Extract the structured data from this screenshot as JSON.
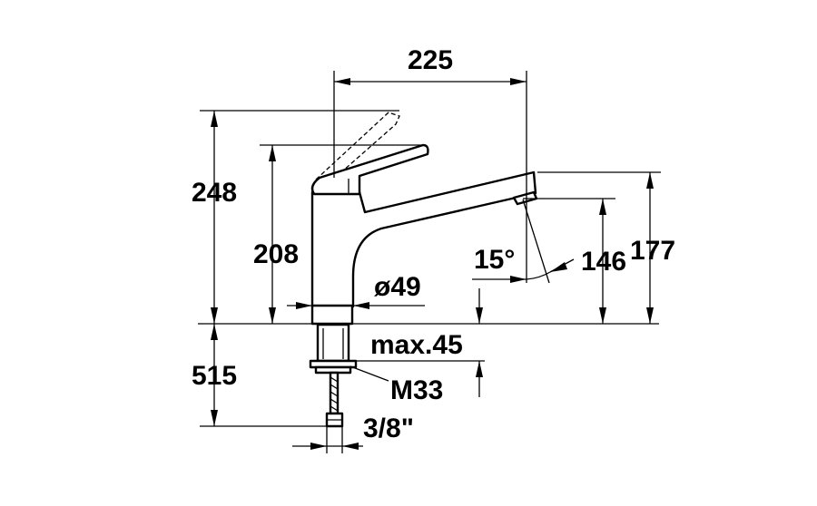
{
  "dimensions": {
    "spout_reach": "225",
    "height_lever_open": "248",
    "height_lever_closed": "208",
    "body_diameter": "ø49",
    "spout_angle": "15°",
    "outlet_height": "146",
    "spout_top_height": "177",
    "max_counter_thickness": "max.45",
    "thread": "M33",
    "hose_length": "515",
    "connection": "3/8\""
  },
  "colors": {
    "line": "#000000",
    "background": "#ffffff"
  }
}
